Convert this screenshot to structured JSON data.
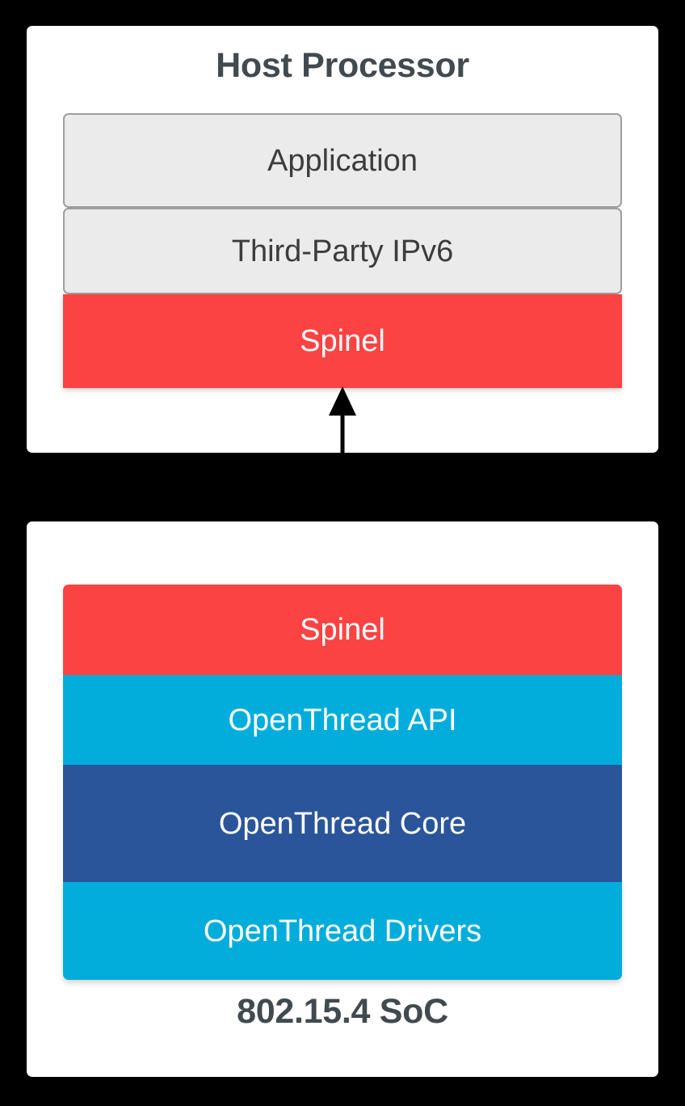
{
  "diagram": {
    "title_top": "Host Processor",
    "title_bottom": "802.15.4 SoC",
    "connector": {
      "name": "spinel-link",
      "direction": "bidirectional",
      "color": "#000000"
    },
    "colors": {
      "background": "#000000",
      "panel": "#ffffff",
      "title_text": "#414a4f",
      "grey_fill": "#ebebeb",
      "grey_border": "#9e9e9e",
      "grey_text": "#3c3c3c",
      "red": "#fc4343",
      "cyan": "#03addb",
      "navy": "#2a559b",
      "layer_text": "#ffffff"
    }
  },
  "host_processor": {
    "title": "Host Processor",
    "layers": [
      {
        "label": "Application",
        "style": "grey"
      },
      {
        "label": "Third-Party IPv6",
        "style": "grey"
      },
      {
        "label": "Spinel",
        "style": "red"
      }
    ]
  },
  "soc": {
    "title": "802.15.4 SoC",
    "layers": [
      {
        "label": "Spinel",
        "style": "red"
      },
      {
        "label": "OpenThread API",
        "style": "cyan"
      },
      {
        "label": "OpenThread Core",
        "style": "navy"
      },
      {
        "label": "OpenThread Drivers",
        "style": "cyan"
      }
    ]
  }
}
